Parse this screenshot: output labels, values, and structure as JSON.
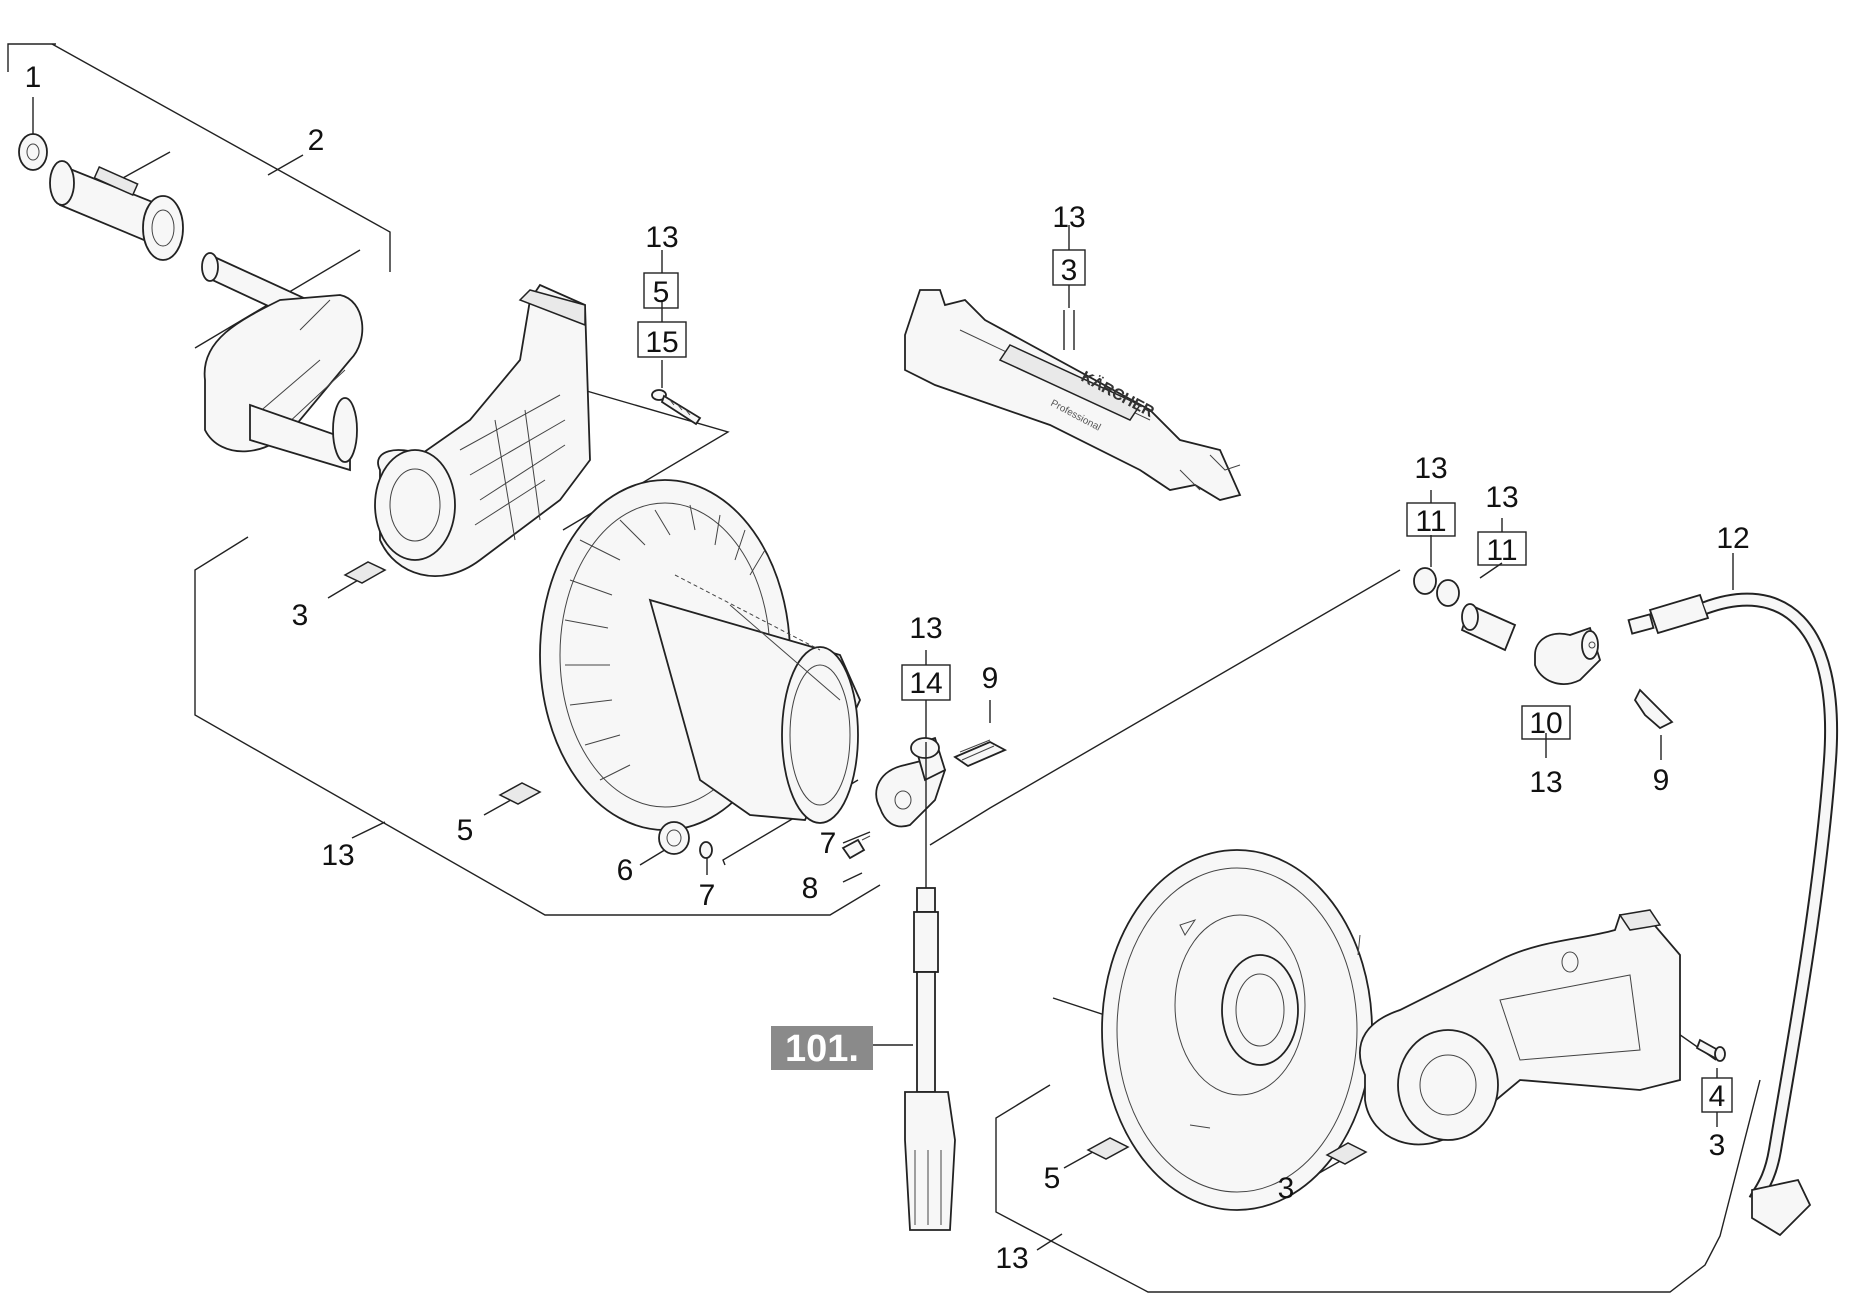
{
  "callouts": {
    "c1": "1",
    "c2": "2",
    "c3_left": "3",
    "c5_left": "5",
    "c13_left": "13",
    "c13_screw": "13",
    "c5_box": "5",
    "c15_box": "15",
    "c13_tool": "13",
    "c3_tool_box": "3",
    "c6": "6",
    "c7_bottom": "7",
    "c7_mid": "7",
    "c8": "8",
    "c13_elbow": "13",
    "c14_box": "14",
    "c9_mid": "9",
    "c13_oring1": "13",
    "c11_box1": "11",
    "c13_oring2": "13",
    "c11_box2": "11",
    "c12": "12",
    "c10_box": "10",
    "c13_fitting": "13",
    "c9_right": "9",
    "c4_box": "4",
    "c3_right_screw": "3",
    "c5_bottom": "5",
    "c3_bottom": "3",
    "c13_bottom": "13"
  },
  "badge": {
    "text": "101.",
    "color": "#8a8a8a"
  },
  "logo": {
    "brand": "KÄRCHER",
    "sub": "Professional"
  },
  "colors": {
    "line": "#222222",
    "part_fill": "#f7f7f7"
  }
}
